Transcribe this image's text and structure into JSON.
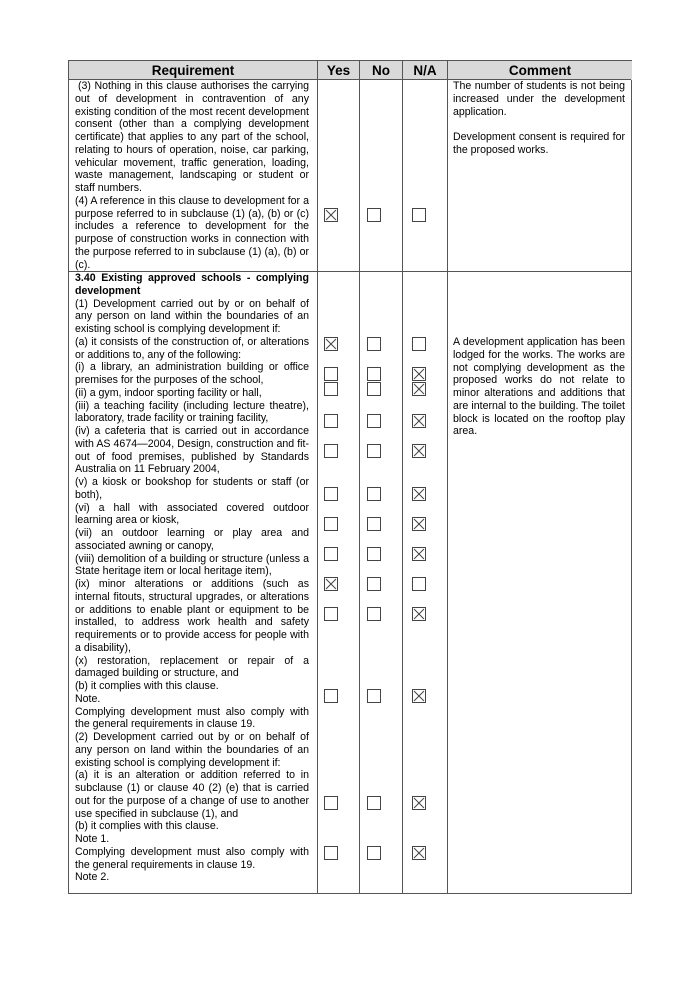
{
  "header": {
    "requirement": "Requirement",
    "yes": "Yes",
    "no": "No",
    "na": "N/A",
    "comment": "Comment"
  },
  "row1": {
    "requirement_lines": [
      "(3) Nothing in this clause authorises the carrying out of development in contravention of any existing condition of the most recent development consent (other than a complying development certificate) that applies to any part of the school, relating to hours of operation, noise, car parking, vehicular movement, traffic generation, loading, waste management, landscaping or student or staff numbers.",
      "(4) A reference in this clause to development for a purpose referred to in subclause (1) (a), (b) or (c) includes a reference to development for the purpose of construction works in connection with the purpose referred to in subclause (1) (a), (b) or (c)."
    ],
    "comment_lines": [
      "The number of students is not being increased under the development application.",
      "Development consent is required for the proposed works."
    ],
    "checks": [
      {
        "yes": true,
        "no": false,
        "na": false
      }
    ]
  },
  "row2": {
    "heading": "3.40 Existing approved schools - complying development",
    "requirement_lines": [
      "(1) Development carried out by or on behalf of any person on land within the boundaries of an existing school is complying development if:",
      "(a) it consists of the construction of, or alterations or additions to, any of the following:",
      "(i) a library, an administration building or office premises for the purposes of the school,",
      "(ii) a gym, indoor sporting facility or hall,",
      "(iii) a teaching facility (including lecture theatre), laboratory, trade facility or training facility,",
      "(iv) a cafeteria that is carried out in accordance with AS 4674—2004, Design, construction and fit-out of food premises, published by Standards Australia on 11 February 2004,",
      "(v) a kiosk or bookshop for students or staff (or both),",
      "(vi) a hall with associated covered outdoor learning area or kiosk,",
      "(vii) an outdoor learning or play area and associated awning or canopy,",
      "(viii) demolition of a building or structure (unless a State heritage item or local heritage item),",
      "(ix) minor alterations or additions (such as internal fitouts, structural upgrades, or alterations or additions to enable plant or equipment to be installed, to address work health and safety requirements or to provide access for people with a disability),",
      "(x) restoration, replacement or repair of a damaged building or structure, and",
      "(b) it complies with this clause.",
      "Note.",
      "Complying development must also comply with the general requirements in clause 19.",
      "(2) Development carried out by or on behalf of any person on land within the boundaries of an existing school is complying development if:",
      "(a) it is an alteration or addition referred to in subclause (1) or clause 40 (2) (e) that is carried out for the purpose of a change of use to another use specified in subclause (1), and",
      "(b) it complies with this clause.",
      "Note 1.",
      "Complying development must also comply with the general requirements in clause 19.",
      "Note 2."
    ],
    "comment": "A development application has been lodged for the works. The works are not complying development as the proposed works do not relate to minor alterations and additions that are internal to the building. The toilet block is located on the rooftop play area.",
    "checks": [
      {
        "yes": true,
        "no": false,
        "na": false
      },
      {
        "yes": false,
        "no": false,
        "na": true
      },
      {
        "yes": false,
        "no": false,
        "na": true
      },
      {
        "yes": false,
        "no": false,
        "na": true
      },
      {
        "yes": false,
        "no": false,
        "na": true
      },
      {
        "yes": false,
        "no": false,
        "na": true
      },
      {
        "yes": false,
        "no": false,
        "na": true
      },
      {
        "yes": false,
        "no": false,
        "na": true
      },
      {
        "yes": true,
        "no": false,
        "na": false
      },
      {
        "yes": false,
        "no": false,
        "na": true
      },
      {
        "yes": false,
        "no": false,
        "na": true
      },
      {
        "yes": false,
        "no": false,
        "na": true
      },
      {
        "yes": false,
        "no": false,
        "na": true
      }
    ]
  }
}
